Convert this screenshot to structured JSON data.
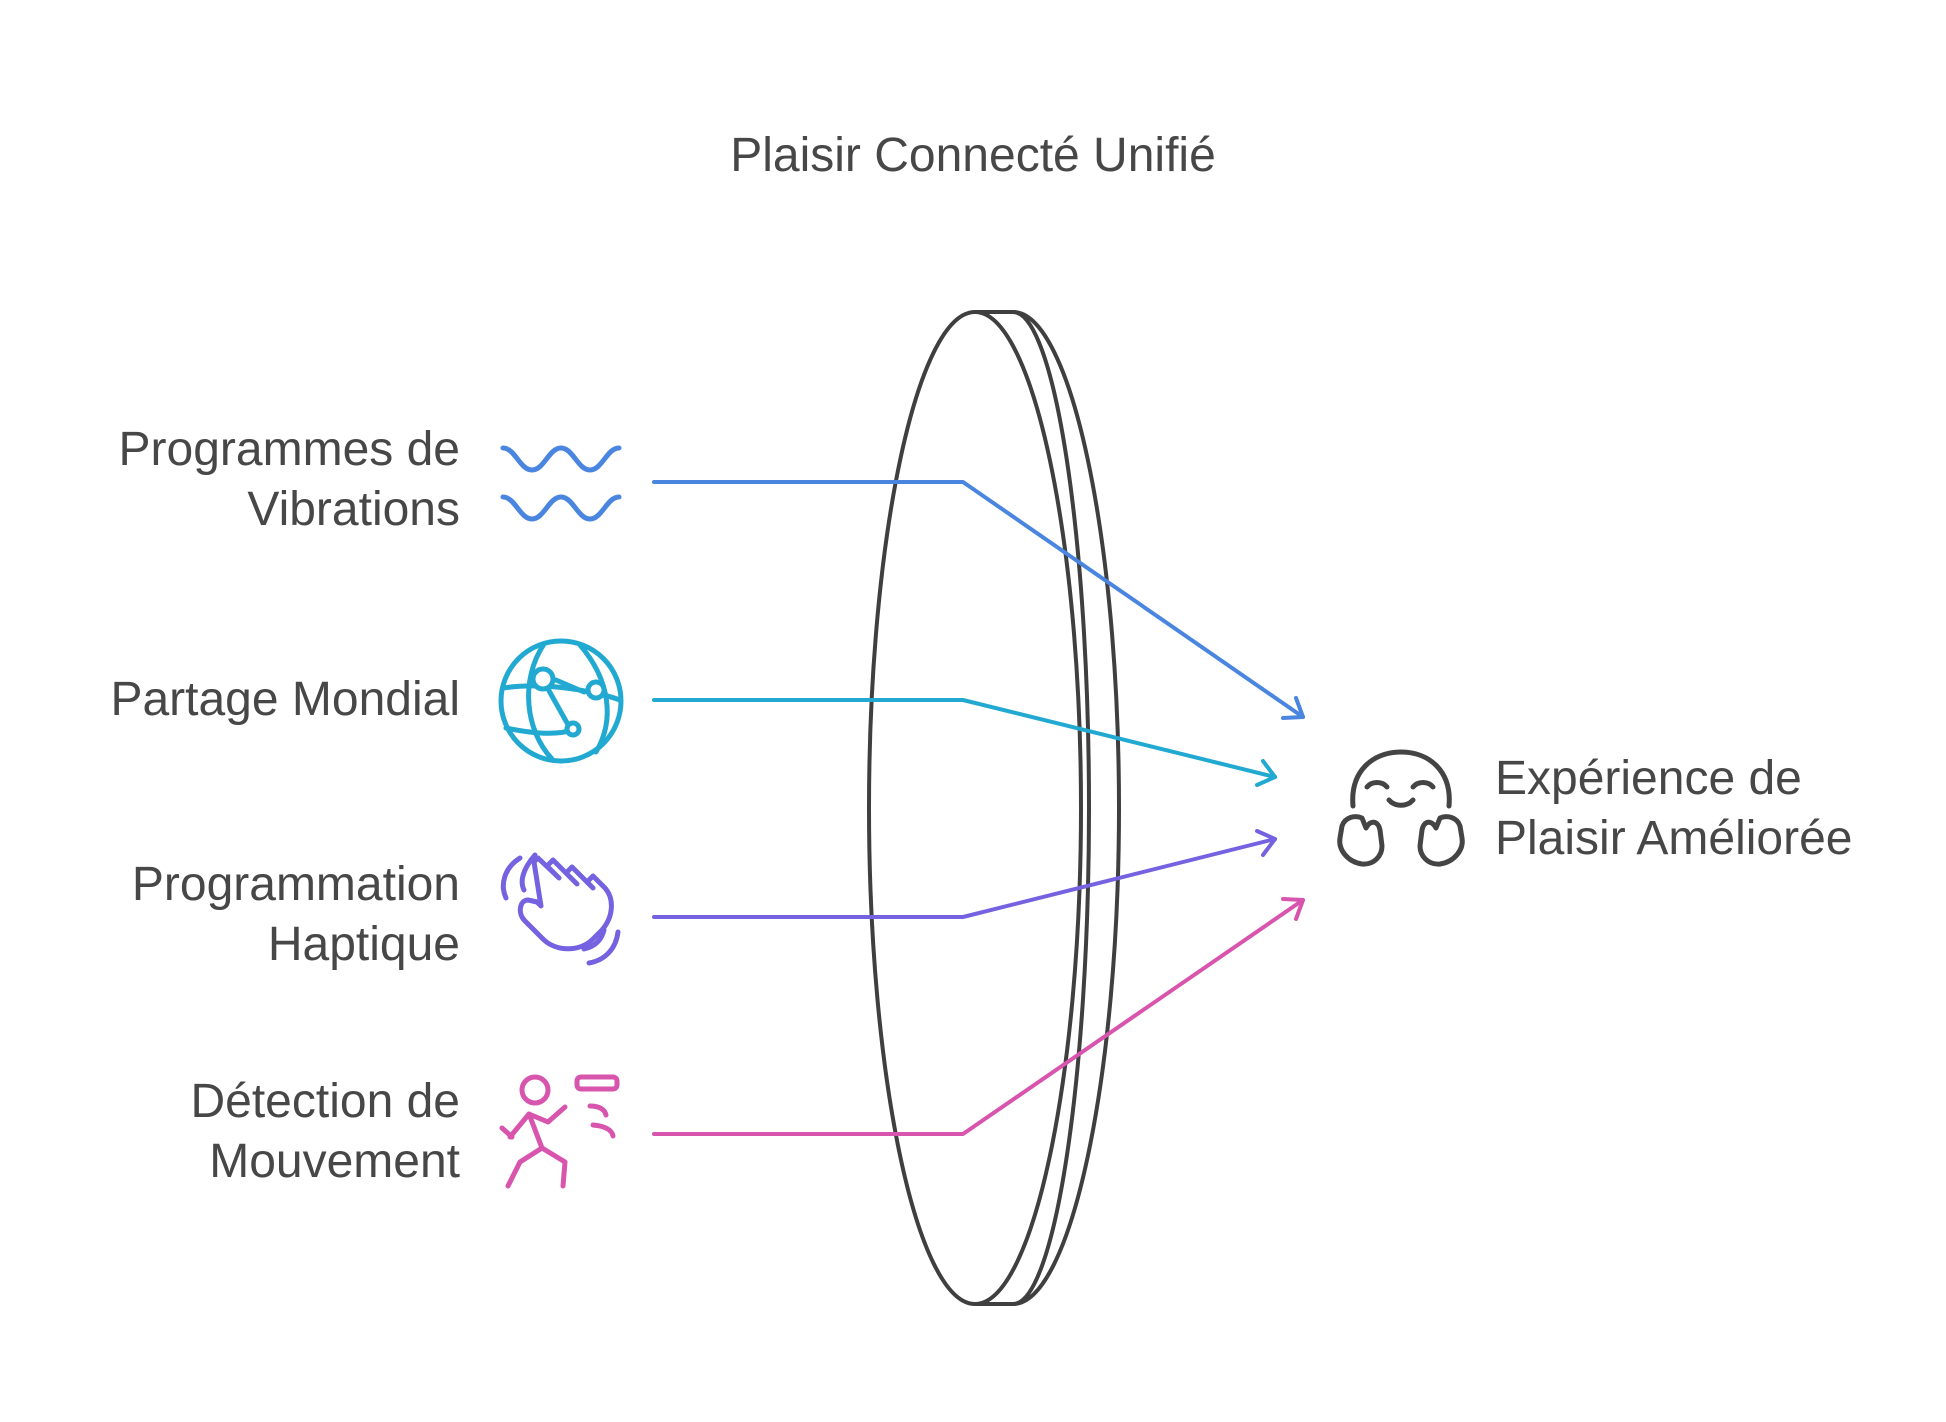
{
  "title": "Plaisir Connecté Unifié",
  "inputs": [
    {
      "line1": "Programmes de",
      "line2": "Vibrations",
      "icon": "waves-icon",
      "color": "#4a86e0"
    },
    {
      "line1": "Partage Mondial",
      "line2": "",
      "icon": "globe-network-icon",
      "color": "#22a9d1"
    },
    {
      "line1": "Programmation",
      "line2": "Haptique",
      "icon": "waving-hand-icon",
      "color": "#7462e0"
    },
    {
      "line1": "Détection de",
      "line2": "Mouvement",
      "icon": "motion-sensor-icon",
      "color": "#d855ad"
    }
  ],
  "output": {
    "line1": "Expérience de",
    "line2": "Plaisir Améliorée",
    "icon": "happy-face-icon",
    "color": "#444444"
  }
}
